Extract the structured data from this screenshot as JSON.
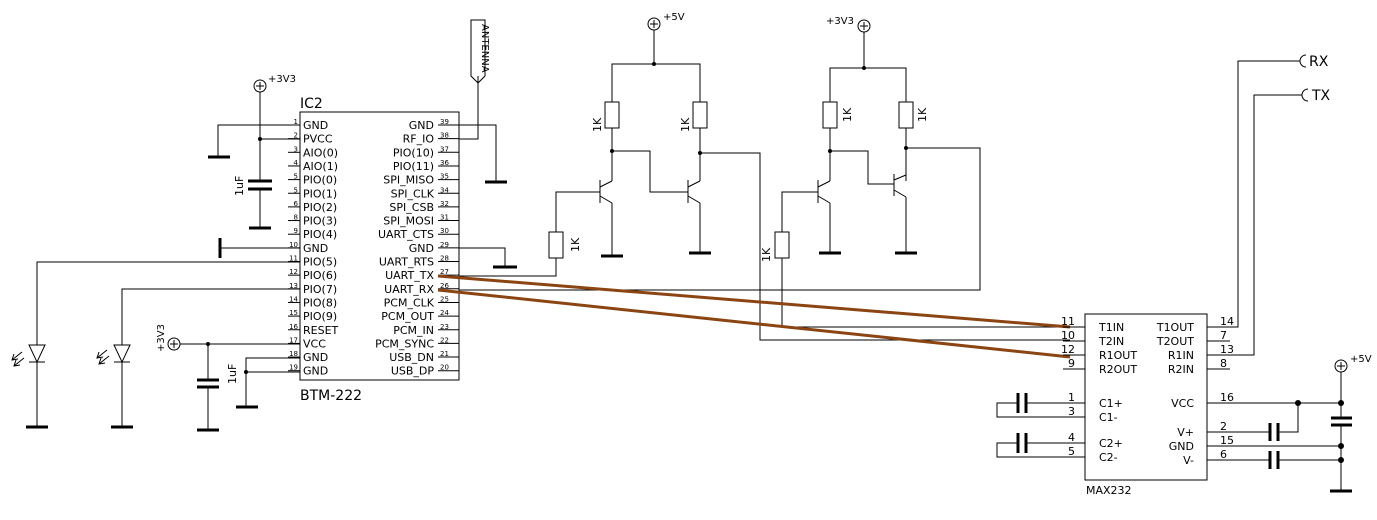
{
  "ic2": {
    "name": "IC2",
    "part": "BTM-222",
    "left_pins": [
      {
        "num": "1",
        "label": "GND"
      },
      {
        "num": "2",
        "label": "PVCC"
      },
      {
        "num": "3",
        "label": "AIO(0)"
      },
      {
        "num": "4",
        "label": "AIO(1)"
      },
      {
        "num": "5",
        "label": "PIO(0)"
      },
      {
        "num": "5",
        "label": "PIO(1)"
      },
      {
        "num": "6",
        "label": "PIO(2)"
      },
      {
        "num": "8",
        "label": "PIO(3)"
      },
      {
        "num": "9",
        "label": "PIO(4)"
      },
      {
        "num": "10",
        "label": "GND"
      },
      {
        "num": "11",
        "label": "PIO(5)"
      },
      {
        "num": "12",
        "label": "PIO(6)"
      },
      {
        "num": "13",
        "label": "PIO(7)"
      },
      {
        "num": "14",
        "label": "PIO(8)"
      },
      {
        "num": "15",
        "label": "PIO(9)"
      },
      {
        "num": "16",
        "label": "RESET"
      },
      {
        "num": "17",
        "label": "VCC"
      },
      {
        "num": "18",
        "label": "GND"
      },
      {
        "num": "19",
        "label": "GND"
      }
    ],
    "right_pins": [
      {
        "num": "39",
        "label": "GND"
      },
      {
        "num": "38",
        "label": "RF_IO"
      },
      {
        "num": "37",
        "label": "PIO(10)"
      },
      {
        "num": "36",
        "label": "PIO(11)"
      },
      {
        "num": "35",
        "label": "SPI_MISO"
      },
      {
        "num": "34",
        "label": "SPI_CLK"
      },
      {
        "num": "32",
        "label": "SPI_CSB"
      },
      {
        "num": "31",
        "label": "SPI_MOSI"
      },
      {
        "num": "30",
        "label": "UART_CTS"
      },
      {
        "num": "29",
        "label": "GND"
      },
      {
        "num": "28",
        "label": "UART_RTS"
      },
      {
        "num": "27",
        "label": "UART_TX"
      },
      {
        "num": "26",
        "label": "UART_RX"
      },
      {
        "num": "25",
        "label": "PCM_CLK"
      },
      {
        "num": "24",
        "label": "PCM_OUT"
      },
      {
        "num": "23",
        "label": "PCM_IN"
      },
      {
        "num": "22",
        "label": "PCM_SYNC"
      },
      {
        "num": "21",
        "label": "USB_DN"
      },
      {
        "num": "20",
        "label": "USB_DP"
      }
    ]
  },
  "max232": {
    "part": "MAX232",
    "left_pins": [
      {
        "num": "11",
        "label": "T1IN"
      },
      {
        "num": "10",
        "label": "T2IN"
      },
      {
        "num": "12",
        "label": "R1OUT"
      },
      {
        "num": "9",
        "label": "R2OUT"
      },
      {
        "num": "1",
        "label": "C1+"
      },
      {
        "num": "3",
        "label": "C1-"
      },
      {
        "num": "4",
        "label": "C2+"
      },
      {
        "num": "5",
        "label": "C2-"
      }
    ],
    "right_pins": [
      {
        "num": "14",
        "label": "T1OUT"
      },
      {
        "num": "7",
        "label": "T2OUT"
      },
      {
        "num": "13",
        "label": "R1IN"
      },
      {
        "num": "8",
        "label": "R2IN"
      },
      {
        "num": "16",
        "label": "VCC"
      },
      {
        "num": "2",
        "label": "V+"
      },
      {
        "num": "15",
        "label": "GND"
      },
      {
        "num": "6",
        "label": "V-"
      }
    ]
  },
  "power": {
    "v33": "+3V3",
    "v5": "+5V"
  },
  "cap_label": "1uF",
  "res_label": "1K",
  "antenna_label": "ANTENNA",
  "connectors": {
    "rx": "RX",
    "tx": "TX"
  },
  "colors": {
    "wire": "#000000",
    "serial_trace": "#8B4513"
  }
}
